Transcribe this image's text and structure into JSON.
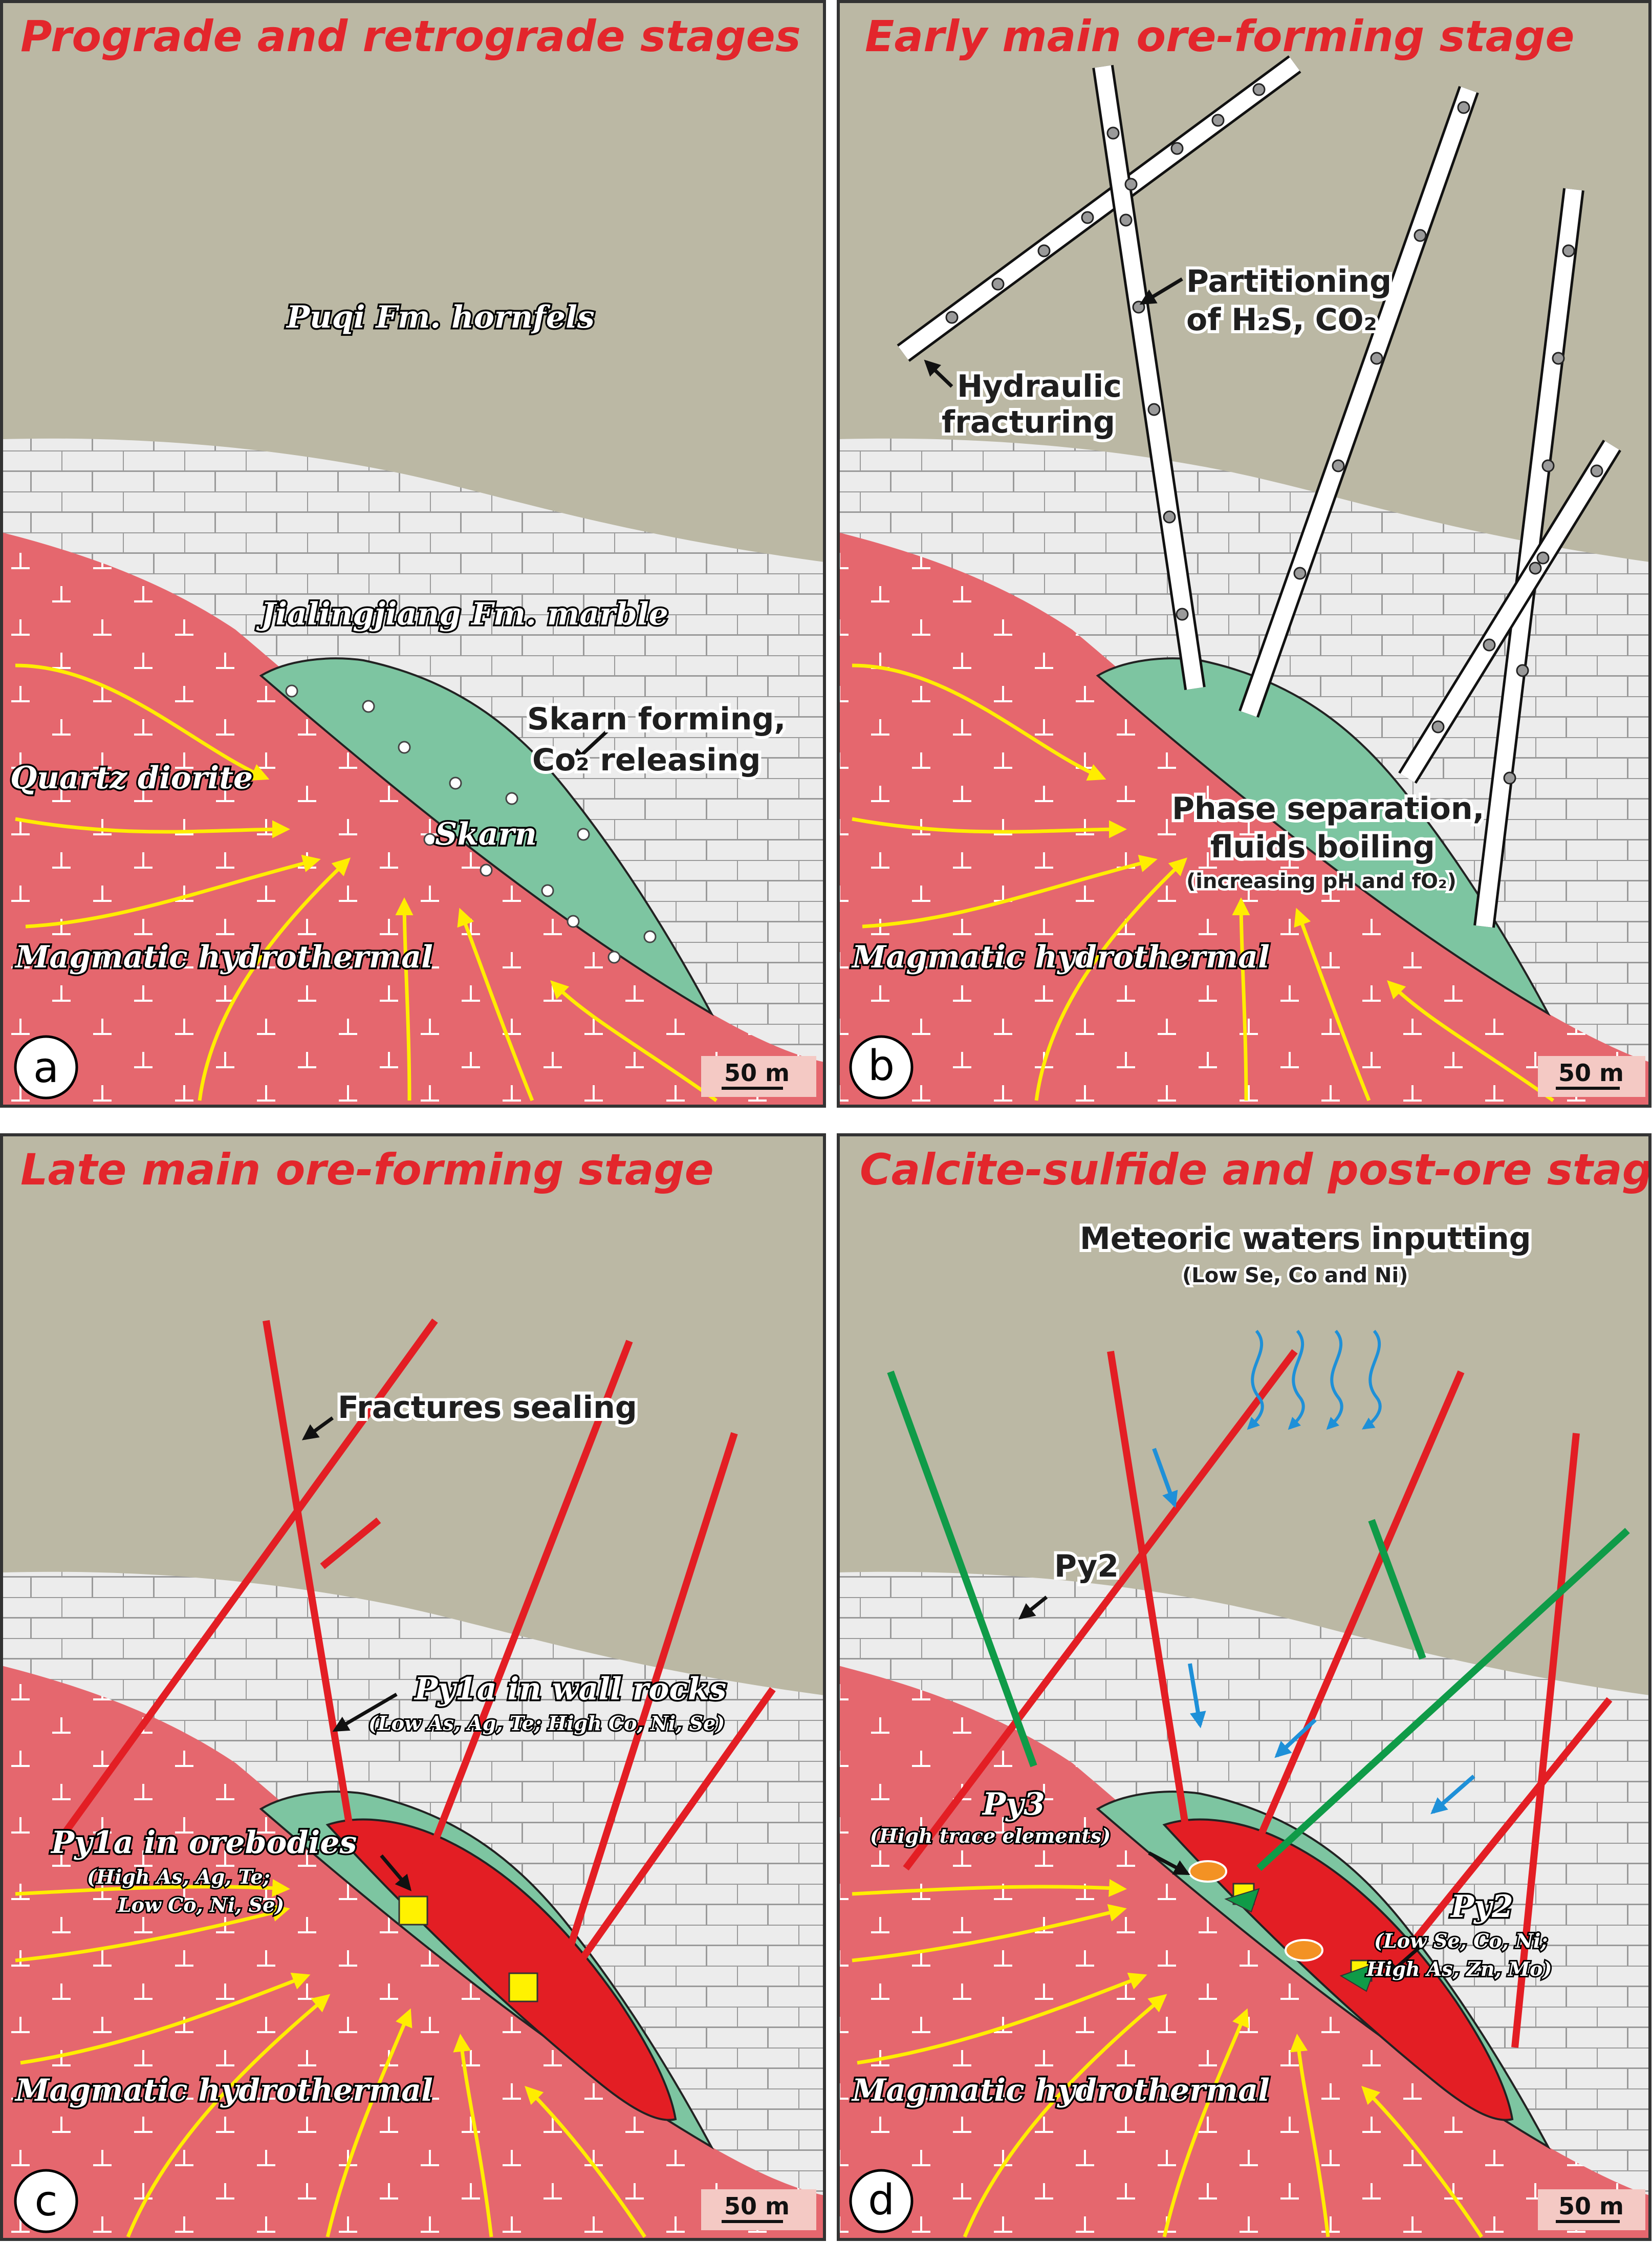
{
  "panels": [
    {
      "id": "a",
      "title": "Prograde and retrograde stages",
      "letter": "a",
      "scale": "50 m",
      "labels": {
        "hornfels": "Puqi Fm. hornfels",
        "marble": "Jialingjiang Fm. marble",
        "diorite": "Quartz diorite",
        "skarn": "Skarn",
        "magmatic": "Magmatic hydrothermal",
        "skarn_forming_1": "Skarn forming,",
        "skarn_forming_2": "Co₂ releasing"
      }
    },
    {
      "id": "b",
      "title": "Early main ore-forming stage",
      "letter": "b",
      "scale": "50 m",
      "labels": {
        "partition_1": "Partitioning",
        "partition_2": "of H₂S, CO₂",
        "hydraulic_1": "Hydraulic",
        "hydraulic_2": "fracturing",
        "phase_1": "Phase separation,",
        "phase_2": "fluids boiling",
        "phase_3": "(increasing pH and fO₂)",
        "magmatic": "Magmatic hydrothermal"
      }
    },
    {
      "id": "c",
      "title": "Late main ore-forming stage",
      "letter": "c",
      "scale": "50 m",
      "labels": {
        "fractures": "Fractures sealing",
        "py1a_wall": "Py1a in wall rocks",
        "py1a_wall_sub": "(Low As, Ag, Te; High Co, Ni, Se)",
        "py1a_ore": "Py1a in orebodies",
        "py1a_ore_sub1": "(High As, Ag, Te;",
        "py1a_ore_sub2": "Low Co, Ni, Se)",
        "magmatic": "Magmatic hydrothermal"
      }
    },
    {
      "id": "d",
      "title": "Calcite-sulfide and post-ore stages",
      "letter": "d",
      "scale": "50 m",
      "labels": {
        "meteoric": "Meteoric waters inputting",
        "meteoric_sub": "(Low Se, Co and Ni)",
        "py2_top": "Py2",
        "py3": "Py3",
        "py3_sub": "(High trace elements)",
        "py2_right": "Py2",
        "py2_sub1": "(Low Se, Co, Ni;",
        "py2_sub2": "High As, Zn, Mo)",
        "magmatic": "Magmatic hydrothermal"
      }
    }
  ],
  "colors": {
    "hornfels": "#bbb8a4",
    "marble": "#ececec",
    "marble_lines": "#9a9a9a",
    "diorite": "#e5676e",
    "skarn": "#7dc5a1",
    "orebody": "#e31e24",
    "title": "#e3262c",
    "fluid_arrow": "#ffed00",
    "vein_red": "#e31e24",
    "vein_green": "#0f9b48",
    "meteoric": "#1e90d8",
    "pyrite": "#fff200",
    "inclusion": "#f39224"
  }
}
